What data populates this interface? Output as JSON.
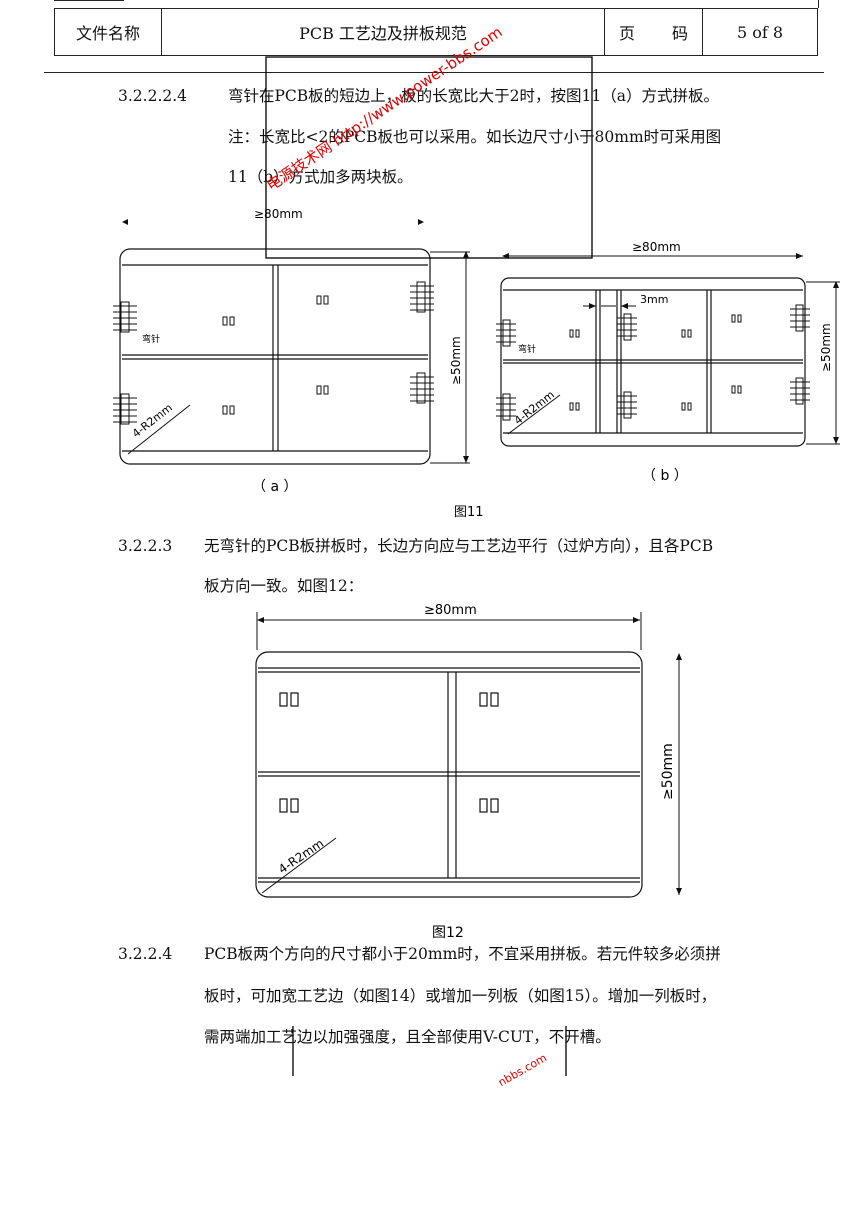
{
  "header": {
    "file_name_label": "文件名称",
    "title": "PCB 工艺边及拼板规范",
    "page_label_1": "页",
    "page_label_2": "码",
    "page_number": "5 of 8"
  },
  "section_3_2_2_2_4": {
    "number": "3.2.2.2.4",
    "text": "弯针在PCB板的短边上，板的长宽比大于2时，按图11（a）方式拼板。",
    "note_line1": "注：长宽比<2的PCB板也可以采用。如长边尺寸小于80mm时可采用图",
    "note_line2": "11（b）方式加多两块板。"
  },
  "figure11": {
    "a_width": "≥80mm",
    "a_height": "≥50mm",
    "a_pin_label": "弯针",
    "a_radius": "4-R2mm",
    "a_caption": "（ a ）",
    "b_width": "≥80mm",
    "b_gap": "3mm",
    "b_height": "≥50mm",
    "b_pin_label": "弯针",
    "b_radius": "4-R2mm",
    "b_caption": "（ b ）",
    "caption": "图11"
  },
  "section_3_2_2_3": {
    "number": "3.2.2.3",
    "line1": "无弯针的PCB板拼板时，长边方向应与工艺边平行（过炉方向），且各PCB",
    "line2": "板方向一致。如图12："
  },
  "figure12": {
    "width": "≥80mm",
    "height": "≥50mm",
    "radius": "4-R2mm",
    "caption": "图12"
  },
  "section_3_2_2_4": {
    "number": "3.2.2.4",
    "line1": "PCB板两个方向的尺寸都小于20mm时，不宜采用拼板。若元件较多必须拼",
    "line2": "板时，可加宽工艺边（如图14）或增加一列板（如图15）。增加一列板时，",
    "line3": "需两端加工艺边以加强强度，且全部使用V-CUT，不开槽。"
  },
  "watermark": {
    "text1": "电源技术网 http://www.power-bbs.com",
    "text2": "nbbs.com"
  }
}
